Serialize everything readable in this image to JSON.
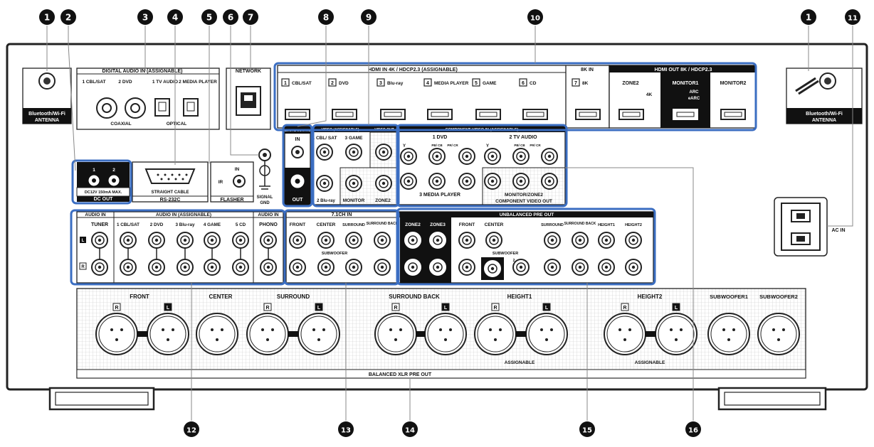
{
  "callouts": [
    "1",
    "2",
    "3",
    "4",
    "5",
    "6",
    "7",
    "8",
    "9",
    "10",
    "1",
    "11",
    "12",
    "13",
    "14",
    "15",
    "16"
  ],
  "antenna": {
    "label_l1": "Bluetooth/Wi-Fi",
    "label_l2": "ANTENNA"
  },
  "digital_audio": {
    "title": "DIGITAL AUDIO  IN (ASSIGNABLE)",
    "ch1": "1 CBL/SAT",
    "ch2": "2 DVD",
    "ch3": "1 TV AUDIO",
    "ch4": "2 MEDIA PLAYER",
    "coaxial": "COAXIAL",
    "optical": "OPTICAL"
  },
  "network": {
    "label": "NETWORK"
  },
  "hdmi_in": {
    "title": "HDMI IN   4K / HDCP2.3  (ASSIGNABLE)",
    "ports": [
      {
        "n": "1",
        "name": "CBL/SAT"
      },
      {
        "n": "2",
        "name": "DVD"
      },
      {
        "n": "3",
        "name": "Blu-ray"
      },
      {
        "n": "4",
        "name": "MEDIA PLAYER"
      },
      {
        "n": "5",
        "name": "GAME"
      },
      {
        "n": "6",
        "name": "CD"
      }
    ],
    "eightk_title": "8K IN",
    "eightk_n": "7",
    "eightk_name": "8K"
  },
  "hdmi_out": {
    "title": "HDMI OUT   8K / HDCP2.3",
    "zone2": "ZONE2",
    "zone2_sub": "4K",
    "monitor1": "MONITOR1",
    "arc": "ARC",
    "earc": "eARC",
    "monitor2": "MONITOR2"
  },
  "dc_out": {
    "ch1": "1",
    "ch2": "2",
    "spec": "DC12V 150mA MAX.",
    "title": "DC OUT"
  },
  "rs232c": {
    "sub": "STRAIGHT CABLE",
    "title": "RS-232C"
  },
  "flasher": {
    "in": "IN",
    "ir": "IR",
    "title": "FLASHER"
  },
  "signal_gnd": {
    "l1": "SIGNAL",
    "l2": "GND"
  },
  "remote": {
    "title": "REMOTE CONTROL",
    "in": "IN",
    "out": "OUT"
  },
  "video_in": {
    "title": "VIDEO (ASSIGNABLE)",
    "out_title": "VIDEO OUT",
    "ch1": "1 CBL/ SAT",
    "ch3": "3 GAME",
    "ch2": "2 Blu-ray",
    "monitor": "MONITOR",
    "zone2": "ZONE2"
  },
  "component_in": {
    "title": "COMPONENT VIDEO IN (ASSIGNABLE)",
    "ch1": "1  DVD",
    "ch2": "2  TV AUDIO",
    "y": "Y",
    "pb": "PB/ CB",
    "pr": "PR/ CR",
    "ch3": "3  MEDIA PLAYER"
  },
  "component_out": {
    "sub": "MONITOR/ZONE2",
    "title": "COMPONENT VIDEO OUT"
  },
  "audio_in": {
    "title": "AUDIO IN",
    "assign_title": "AUDIO IN (ASSIGNABLE)",
    "tuner": "TUNER",
    "items": [
      "1 CBL/SAT",
      "2 DVD",
      "3 Blu-ray",
      "4 GAME",
      "5 CD"
    ],
    "phono_title": "AUDIO IN",
    "phono": "PHONO",
    "left": "L",
    "right": "R"
  },
  "ch7_in": {
    "title": "7.1CH IN",
    "front": "FRONT",
    "center": "CENTER",
    "surround": "SURROUND",
    "surround_back": "SURROUND BACK",
    "subwoofer": "SUBWOOFER"
  },
  "pre_out": {
    "title": "UNBALANCED PRE OUT",
    "zone2": "ZONE2",
    "zone3": "ZONE3",
    "front": "FRONT",
    "center": "CENTER",
    "subwoofer": "SUBWOOFER",
    "sub1": "1",
    "sub2": "2",
    "surround": "SURROUND",
    "surround_back": "SURROUND BACK",
    "height1": "HEIGHT1",
    "height2": "HEIGHT2"
  },
  "xlr": {
    "front": "FRONT",
    "center": "CENTER",
    "surround": "SURROUND",
    "surround_back": "SURROUND BACK",
    "height1": "HEIGHT1",
    "height2": "HEIGHT2",
    "subwoofer1": "SUBWOOFER1",
    "subwoofer2": "SUBWOOFER2",
    "assignable": "ASSIGNABLE",
    "r": "R",
    "l": "L",
    "title": "BALANCED XLR PRE OUT"
  },
  "ac_in": {
    "label": "AC IN"
  },
  "colors": {
    "highlight": "#3b6ec2",
    "panel_line": "#222222",
    "callout": "#111111"
  }
}
